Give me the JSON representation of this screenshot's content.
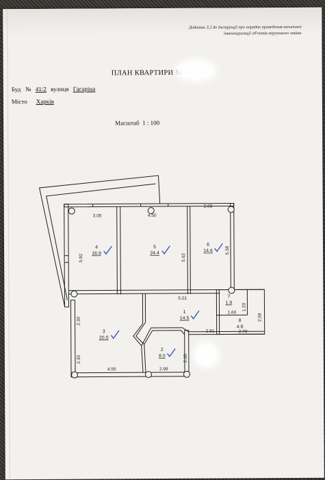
{
  "header": {
    "line1": "Додаток 3.2 до Інструкції про порядок проведення технічної",
    "line2": "інвентаризації об'єктів нерухомого майна"
  },
  "title": "ПЛАН КВАРТИРИ №",
  "building": {
    "label": "Буд",
    "number_label": "№",
    "number": "41/2",
    "street_label": "вулиця",
    "street": "Гагаріна"
  },
  "city": {
    "label": "Місто",
    "value": "Харків"
  },
  "scale": {
    "label": "Масштаб",
    "value": "1 : 100"
  },
  "dimensions": {
    "d305": "3.05",
    "d450": "4.50",
    "d268": "2.68",
    "d592": "5.92",
    "d562": "5.62",
    "d538": "5.38",
    "d501": "5.01",
    "d230a": "2.30",
    "d230b": "2.30",
    "d455": "4.55",
    "d299": "2.99",
    "d200": "2.00",
    "d291": "2.91",
    "d270": "2.70",
    "d259": "2.59",
    "d160": "1.60",
    "d120": "1.20"
  },
  "rooms": [
    {
      "num": "4",
      "area": "16.9"
    },
    {
      "num": "5",
      "area": "24.4"
    },
    {
      "num": "6",
      "area": "14.6"
    },
    {
      "num": "1",
      "area": "14.5"
    },
    {
      "num": "3",
      "area": "20.0"
    },
    {
      "num": "2",
      "area": "8.0"
    },
    {
      "num": "7",
      "area": "1.9"
    },
    {
      "num": "8",
      "area": "4.8"
    }
  ],
  "colors": {
    "ink": "#1e1e1e",
    "check": "#2b4fb3",
    "paper": "#f2f1ee"
  }
}
